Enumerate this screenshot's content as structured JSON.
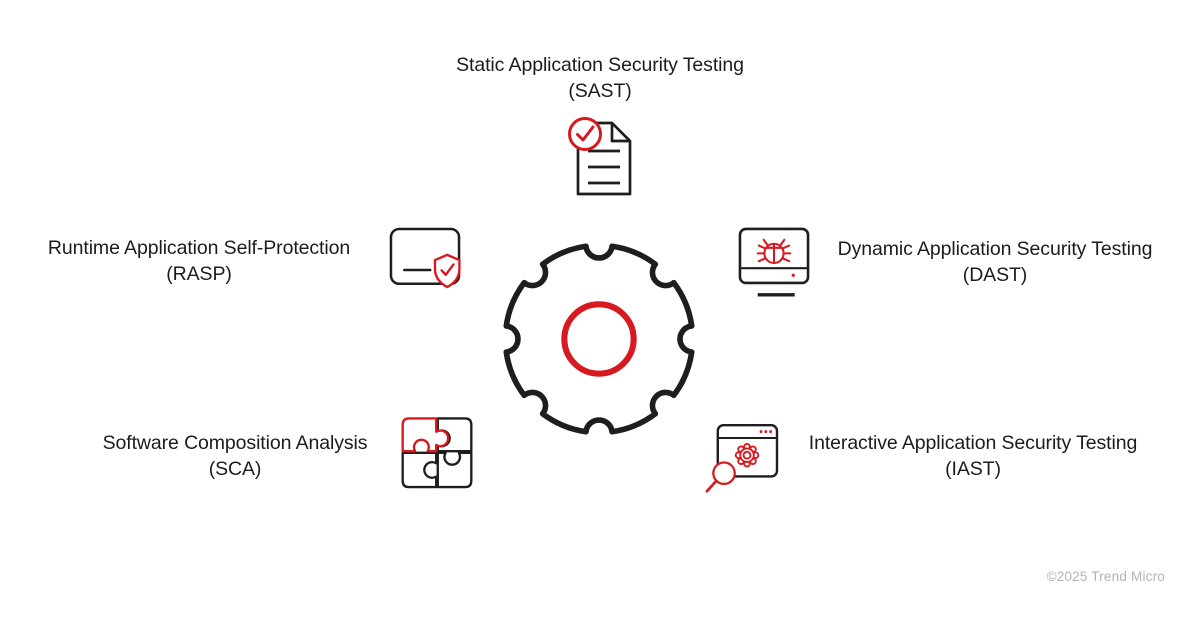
{
  "colors": {
    "accent_red": "#d71920",
    "line_ink": "#1e1e1e",
    "text": "#1c1c1c",
    "footer_gray": "#b2b2b2",
    "background": "#ffffff"
  },
  "center": {
    "icon": "gear-icon"
  },
  "nodes": [
    {
      "id": "sast",
      "title": "Static Application Security Testing",
      "abbr": "(SAST)",
      "icon": "document-check-icon",
      "position": "top"
    },
    {
      "id": "dast",
      "title": "Dynamic Application Security Testing",
      "abbr": "(DAST)",
      "icon": "monitor-bug-icon",
      "position": "right-upper"
    },
    {
      "id": "iast",
      "title": "Interactive Application Security Testing",
      "abbr": "(IAST)",
      "icon": "browser-gear-magnifier-icon",
      "position": "right-lower"
    },
    {
      "id": "sca",
      "title": "Software Composition Analysis",
      "abbr": "(SCA)",
      "icon": "puzzle-pieces-icon",
      "position": "left-lower"
    },
    {
      "id": "rasp",
      "title": "Runtime Application Self-Protection",
      "abbr": "(RASP)",
      "icon": "card-shield-icon",
      "position": "left-upper"
    }
  ],
  "footer": {
    "text": "©2025 Trend Micro"
  }
}
